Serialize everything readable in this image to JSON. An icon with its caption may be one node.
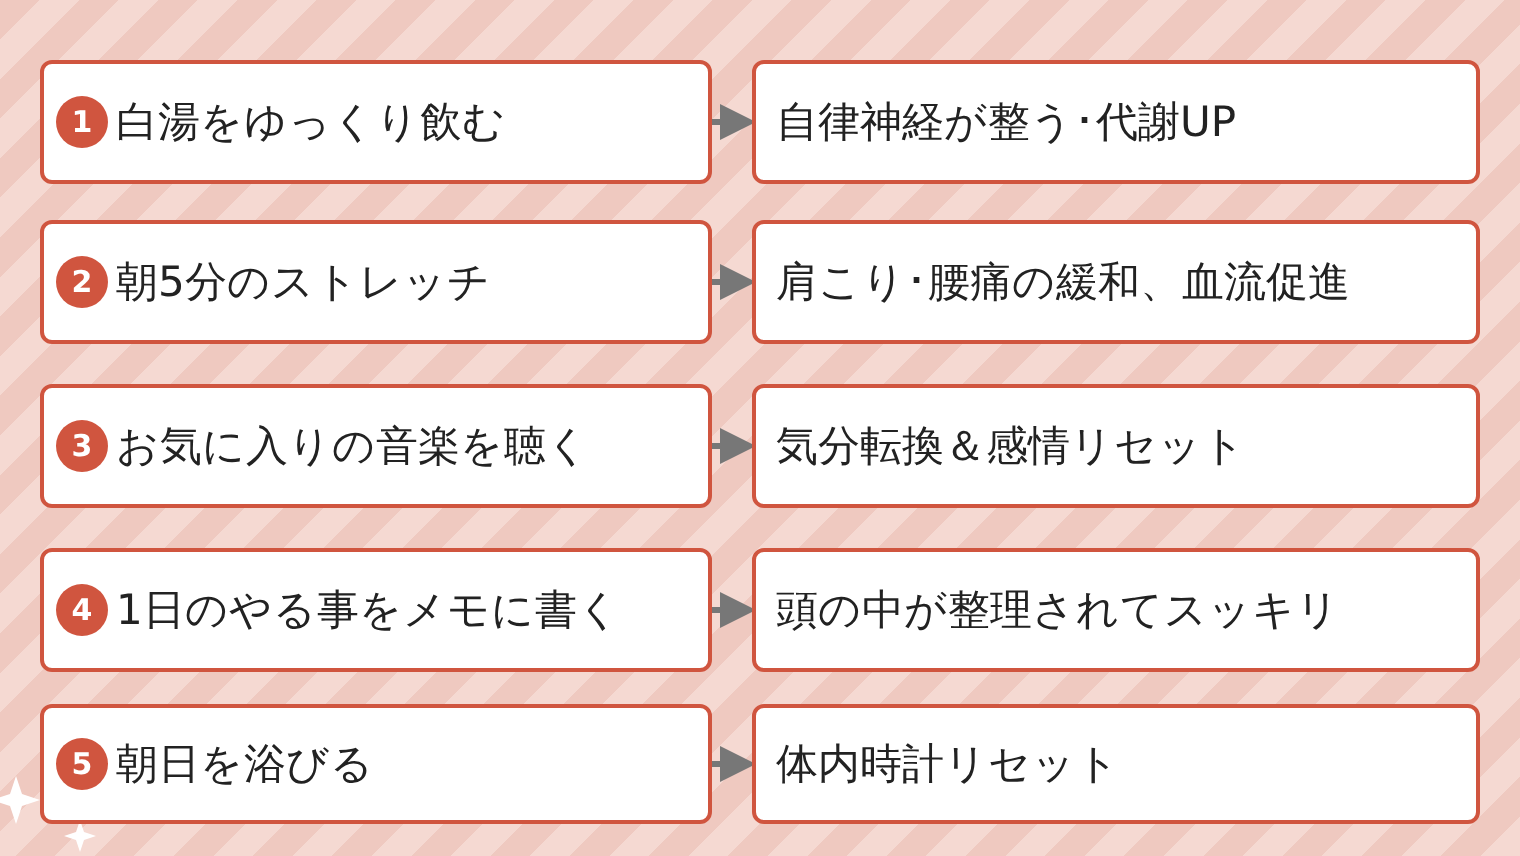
{
  "diagram": {
    "nodes": [
      {
        "text": [
          "1",
          "白湯をゆっくり飲む"
        ]
      },
      {
        "text": [
          "自律神経が整う･代謝UP"
        ]
      },
      {
        "text": [
          "2",
          "朝5分のストレッチ"
        ]
      },
      {
        "text": [
          "肩こり･腰痛の緩和、血流促進"
        ]
      },
      {
        "text": [
          "3",
          "お気に入りの音楽を聴く"
        ]
      },
      {
        "text": [
          "気分転換＆感情リセット"
        ]
      },
      {
        "text": [
          "4",
          "1日のやる事をメモに書く"
        ]
      },
      {
        "text": [
          "頭の中が整理されてスッキリ"
        ]
      },
      {
        "text": [
          "5",
          "朝日を浴びる"
        ]
      },
      {
        "text": [
          "体内時計リセット"
        ]
      }
    ],
    "edges": [
      {
        "from": 0,
        "to": 1,
        "arrow": "to"
      },
      {
        "from": 2,
        "to": 3,
        "arrow": "to"
      },
      {
        "from": 4,
        "to": 5,
        "arrow": "to"
      },
      {
        "from": 6,
        "to": 7,
        "arrow": "to"
      },
      {
        "from": 8,
        "to": 9,
        "arrow": "to"
      }
    ]
  }
}
